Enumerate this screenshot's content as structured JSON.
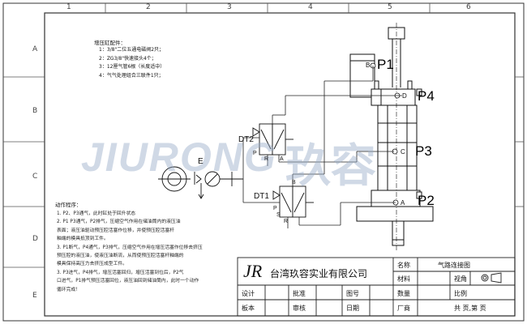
{
  "frame": {
    "zones_top": [
      "1",
      "2",
      "3",
      "4",
      "5",
      "6"
    ],
    "zones_side": [
      "A",
      "B",
      "C",
      "D",
      "E"
    ]
  },
  "notes": {
    "title": "增压缸配件：",
    "items": [
      "1：3/8\"二位五通电磁阀2只；",
      "2：ZG3/8\"快速接头4个；",
      "3：12厘气管6根（长度适中）",
      "4：气气处理组合三联件1只；"
    ]
  },
  "program": {
    "title": "动作程序：",
    "items": [
      "1. P2、P3通气，此时缸处于回升状态",
      "2. P1 P3通气，P2排气，压缩空气作用在储油筒内的液压油",
      "   表面；液压油驱动预压腔活塞作位移，并使预压腔活塞杆",
      "   釉端的模具抵顶到工件。",
      "3. P1断气，P4通气，P3排气，压缩空气作用在增压活塞作位移去挤压",
      "   预压腔的液压油，使液压油断流，从而使预压腔活塞杆釉端的",
      "   模具保持高压力去挤压成型工件。",
      "3. P3进气，P4排气，增压活塞回归，增压活塞到位后，P2气",
      "   口进气，P1排气预压活塞回位，液压油回到储油筒内，此时一个动作",
      "   循环完成！"
    ]
  },
  "diagram": {
    "ports": [
      "P1",
      "P4",
      "P3",
      "P2"
    ],
    "port_letters": [
      "B",
      "D",
      "C",
      "A"
    ],
    "valves": [
      "DT2",
      "DT1"
    ],
    "source_label": "E",
    "valve_small_labels": [
      "P",
      "R",
      "A",
      "B",
      "S",
      "P",
      "R"
    ]
  },
  "watermark": {
    "latin": "JIURONG",
    "chinese": "玖容"
  },
  "title_block": {
    "logo": "JR",
    "company": "台湾玖容实业有限公司",
    "labels": {
      "name": "名称",
      "material": "材料",
      "view": "视角",
      "design": "设计",
      "approve": "批准",
      "drawing_no": "图号",
      "quantity": "数量",
      "scale": "比例",
      "template": "板本",
      "review": "审核",
      "date": "日期",
      "factory": "厂商",
      "pages": "共  页,第  页"
    },
    "values": {
      "name": "气路连接图"
    }
  }
}
